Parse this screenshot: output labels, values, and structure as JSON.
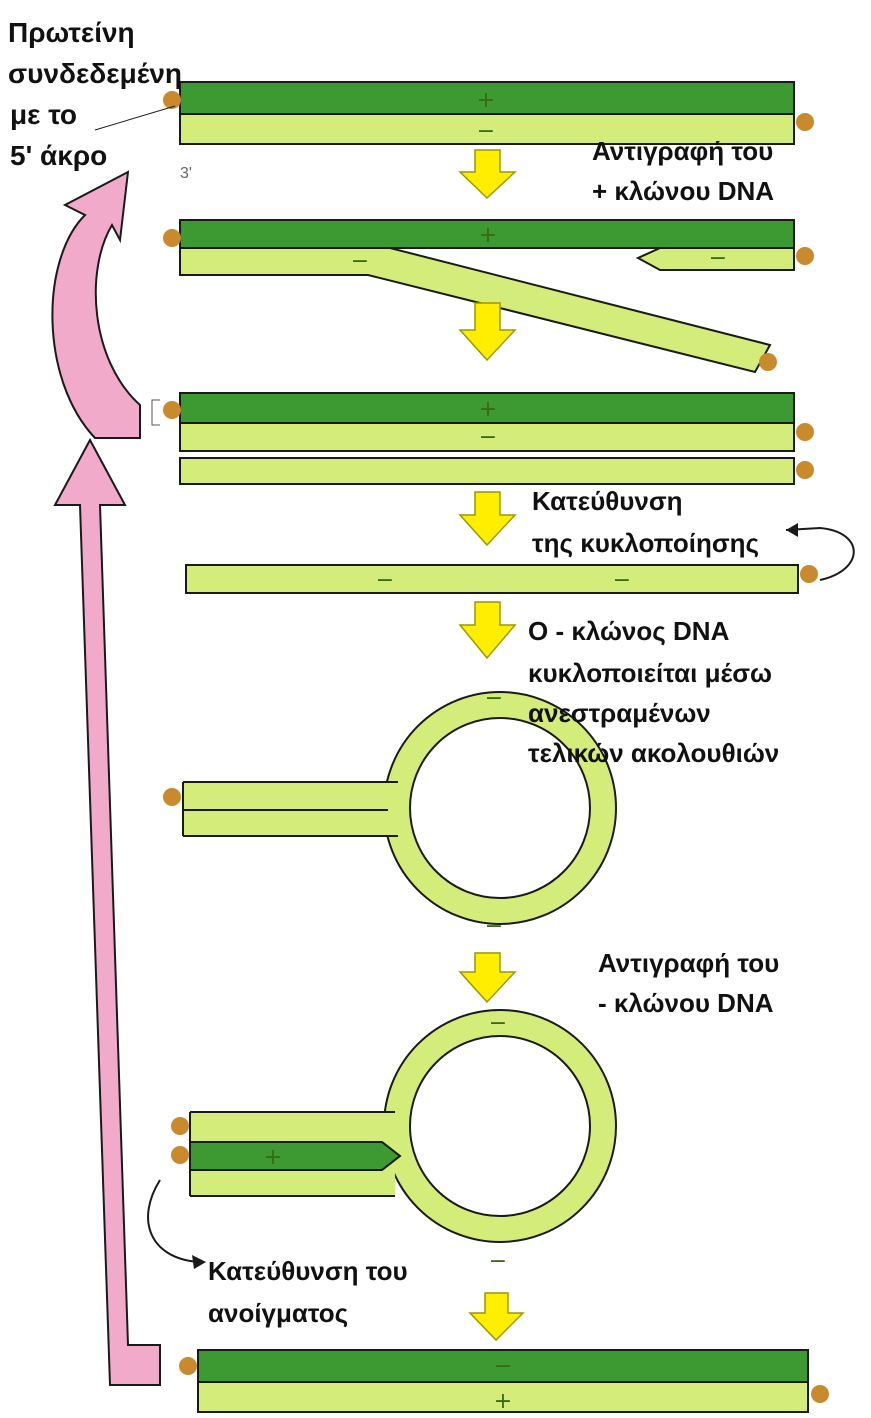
{
  "colors": {
    "dark_strand": "#3d9a32",
    "light_strand": "#d4ec7a",
    "outline": "#1a1a1a",
    "protein": "#c98a2e",
    "arrow_yellow": "#ffee00",
    "arrow_pink": "#f2aacb"
  },
  "labels": {
    "protein_line1": "Πρωτείνη",
    "protein_line2": "συνδεδεμένη",
    "protein_line3": "με το",
    "protein_line4": "5' άκρο",
    "three_prime": "3'",
    "step1_line1": "Αντιγραφή του",
    "step1_line2": "+ κλώνου DNA",
    "cyc_dir_line1": "Κατεύθυνση",
    "cyc_dir_line2": "της κυκλοποίησης",
    "circ_line1": "Ο - κλώνος DNA",
    "circ_line2": "κυκλοποιείται μέσω",
    "circ_line3": "ανεστραμένων",
    "circ_line4": "τελικών ακολουθιών",
    "step2_line1": "Αντιγραφή του",
    "step2_line2": "- κλώνου DNA",
    "open_line1": "Κατεύθυνση του",
    "open_line2": "ανοίγματος"
  },
  "signs": {
    "plus": "+",
    "minus": "−"
  },
  "icons": [
    "yellow-down-arrow",
    "pink-curved-arrow",
    "pink-up-arrow",
    "circular-direction-arrow",
    "curved-pointer-arrow",
    "protein-dot"
  ]
}
